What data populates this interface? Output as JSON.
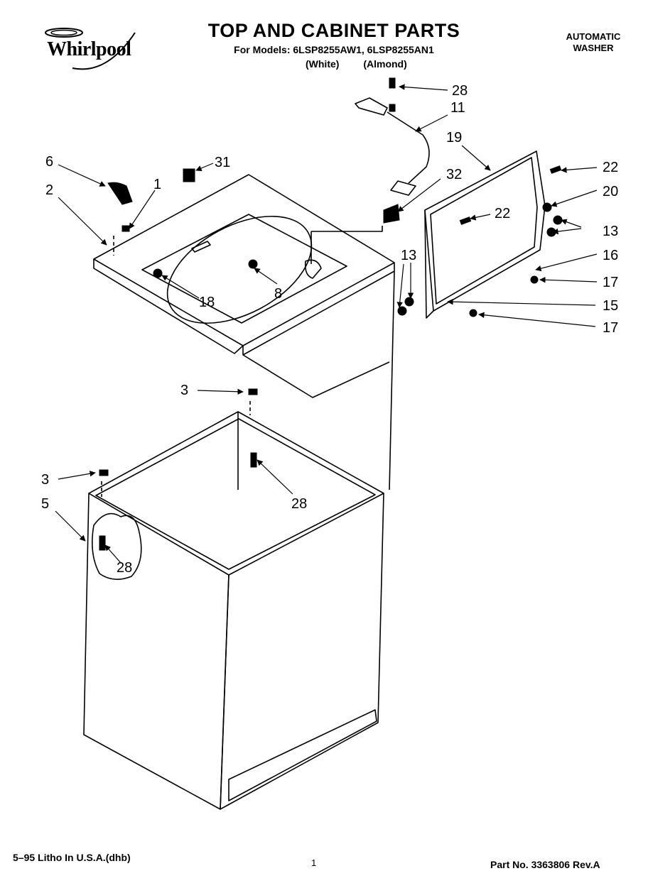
{
  "brand": "Whirlpool",
  "header": {
    "title": "TOP AND CABINET PARTS",
    "subtitle": "For Models: 6LSP8255AW1, 6LSP8255AN1",
    "variant_white": "(White)",
    "variant_almond": "(Almond)",
    "product_line1": "AUTOMATIC",
    "product_line2": "WASHER"
  },
  "callouts": [
    "28",
    "11",
    "19",
    "22",
    "20",
    "13",
    "16",
    "17",
    "15",
    "17",
    "6",
    "31",
    "32",
    "2",
    "1",
    "22",
    "13",
    "8",
    "18",
    "3",
    "28",
    "3",
    "5",
    "28"
  ],
  "footer": {
    "left": "5–95 Litho In U.S.A.(dhb)",
    "page": "1",
    "part_number": "Part No. 3363806 Rev.A"
  }
}
